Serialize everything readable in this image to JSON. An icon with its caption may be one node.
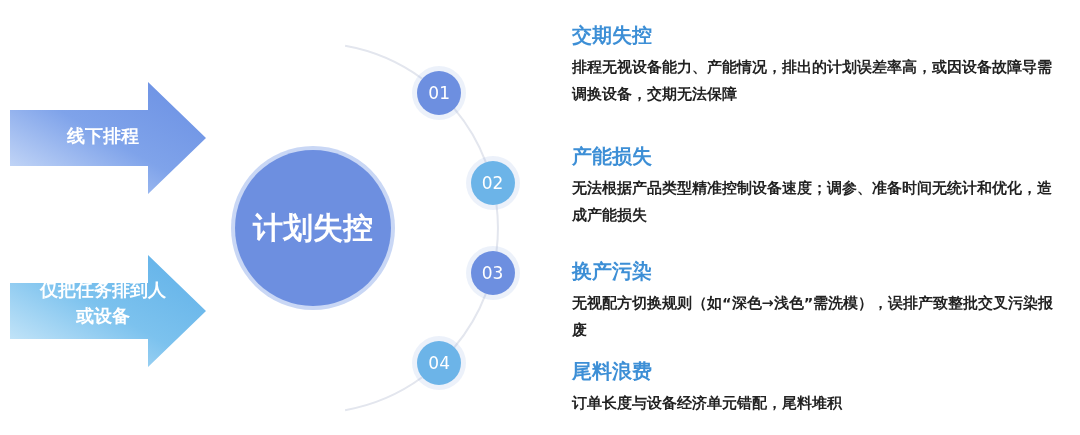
{
  "diagram": {
    "nodes": [
      {
        "text": [
          "线下排程"
        ]
      },
      {
        "text": [
          "仅把任务排到人或设备"
        ]
      },
      {
        "text": [
          "计划失控"
        ]
      },
      {
        "text": [
          "01"
        ],
        "beside": [
          "交期失控",
          "排程无视设备能力、产能情况，排出的计划误差率高，或因设备故障导需调换设备，交期无法保障"
        ]
      },
      {
        "text": [
          "02"
        ],
        "beside": [
          "产能损失",
          "无法根据产品类型精准控制设备速度；调参、准备时间无统计和优化，造成产能损失"
        ]
      },
      {
        "text": [
          "03"
        ],
        "beside": [
          "换产污染",
          "无视配方切换规则（如“深色→浅色”需洗模），误排产致整批交叉污染报废"
        ]
      },
      {
        "text": [
          "04"
        ],
        "beside": [
          "尾料浪费",
          "订单长度与设备经济单元错配，尾料堆积"
        ]
      }
    ],
    "edges": [
      {
        "from": 3,
        "to": 4,
        "arrow": "none",
        "color": "#e3e6ee"
      },
      {
        "from": 4,
        "to": 5,
        "arrow": "none",
        "color": "#e3e6ee"
      },
      {
        "from": 5,
        "to": 6,
        "arrow": "none",
        "color": "#e3e6ee"
      }
    ]
  }
}
